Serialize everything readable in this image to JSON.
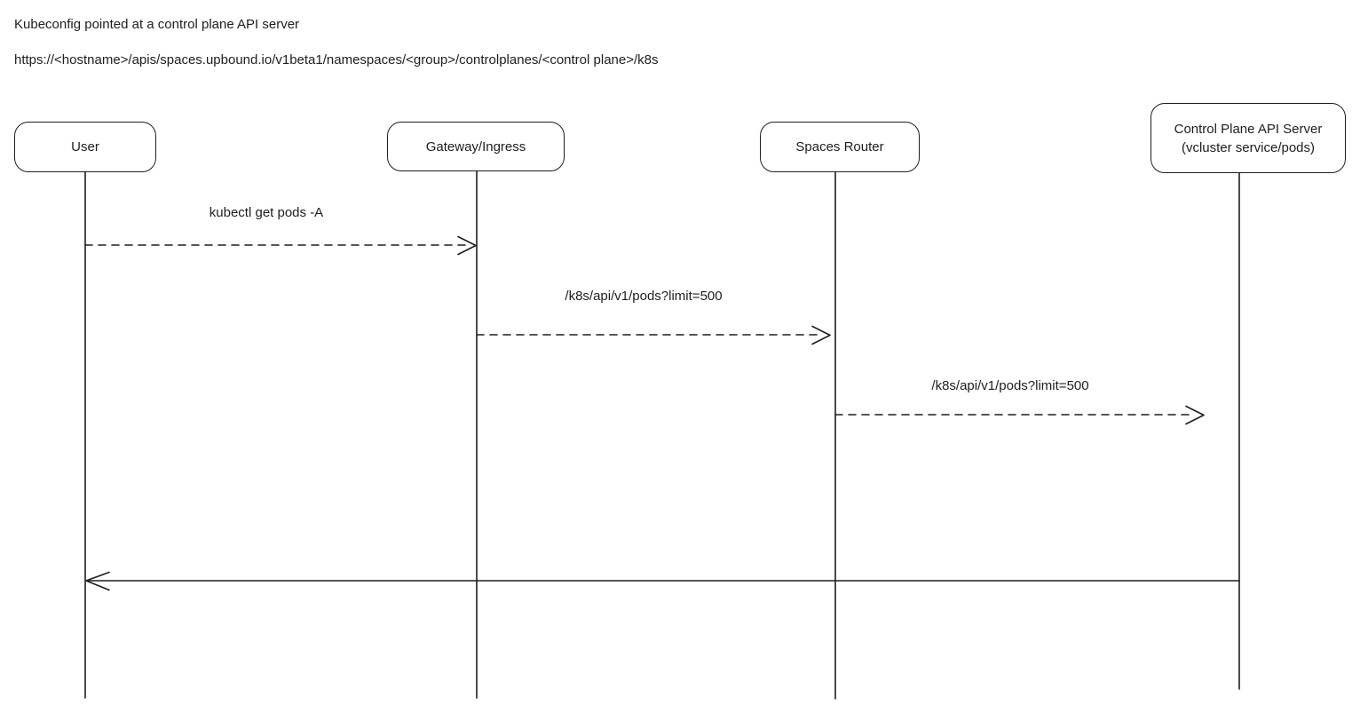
{
  "page": {
    "background": "#ffffff",
    "stroke_color": "#1e1e1e",
    "text_color": "#1e1e1e",
    "style": "hand-drawn sequence diagram"
  },
  "header": {
    "title": "Kubeconfig pointed at a control plane API server",
    "url": "https://<hostname>/apis/spaces.upbound.io/v1beta1/namespaces/<group>/controlplanes/<control plane>/k8s"
  },
  "actors": [
    {
      "id": "user",
      "label": "User"
    },
    {
      "id": "gateway-ingress",
      "label": "Gateway/Ingress"
    },
    {
      "id": "spaces-router",
      "label": "Spaces Router"
    },
    {
      "id": "control-plane-api-server",
      "label": "Control Plane API Server\n(vcluster service/pods)"
    }
  ],
  "messages": [
    {
      "from": "user",
      "to": "gateway-ingress",
      "label": "kubectl get pods -A",
      "line_style": "dashed",
      "direction": "right"
    },
    {
      "from": "gateway-ingress",
      "to": "spaces-router",
      "label": "/k8s/api/v1/pods?limit=500",
      "line_style": "dashed",
      "direction": "right"
    },
    {
      "from": "spaces-router",
      "to": "control-plane-api-server",
      "label": "/k8s/api/v1/pods?limit=500",
      "line_style": "dashed",
      "direction": "right"
    },
    {
      "from": "control-plane-api-server",
      "to": "user",
      "label": "",
      "line_style": "solid",
      "direction": "left"
    }
  ]
}
